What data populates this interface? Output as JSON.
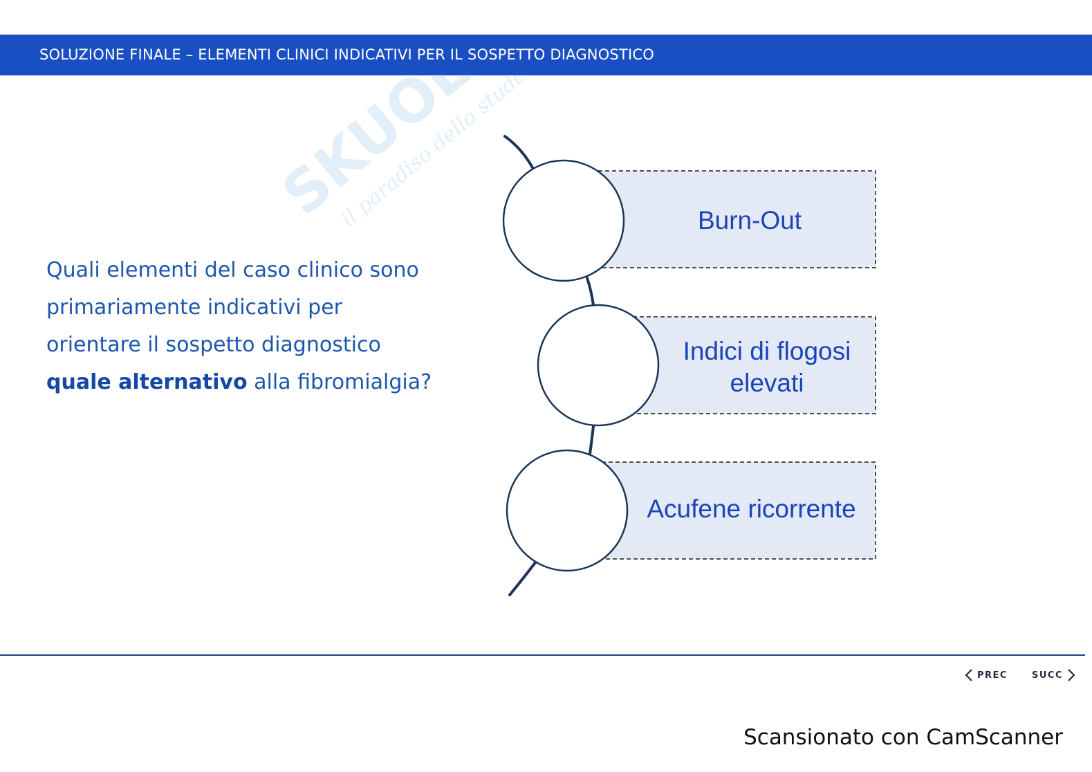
{
  "header": {
    "title": "SOLUZIONE FINALE – ELEMENTI CLINICI INDICATIVI PER IL SOSPETTO DIAGNOSTICO"
  },
  "watermark": {
    "brand": "SKUOLA.net",
    "tagline": "il paradiso dello studente"
  },
  "question": {
    "text_before": "Quali elementi del caso clinico sono primariamente indicativi per orientare il sospetto diagnostico",
    "emphasis": "quale alternativo",
    "text_after": "alla fibromialgia?"
  },
  "diagram": {
    "items": [
      {
        "label": "Burn-Out"
      },
      {
        "label": "Indici di flogosi elevati"
      },
      {
        "label": "Acufene ricorrente"
      }
    ]
  },
  "navigation": {
    "prev_label": "PREC",
    "next_label": "SUCC"
  },
  "footer": {
    "scan_credit": "Scansionato con CamScanner"
  },
  "colors": {
    "header_bg": "#1a4fc4",
    "accent_text": "#1d56ad",
    "box_fill": "#e3e9f5",
    "outline": "#1b3556"
  }
}
